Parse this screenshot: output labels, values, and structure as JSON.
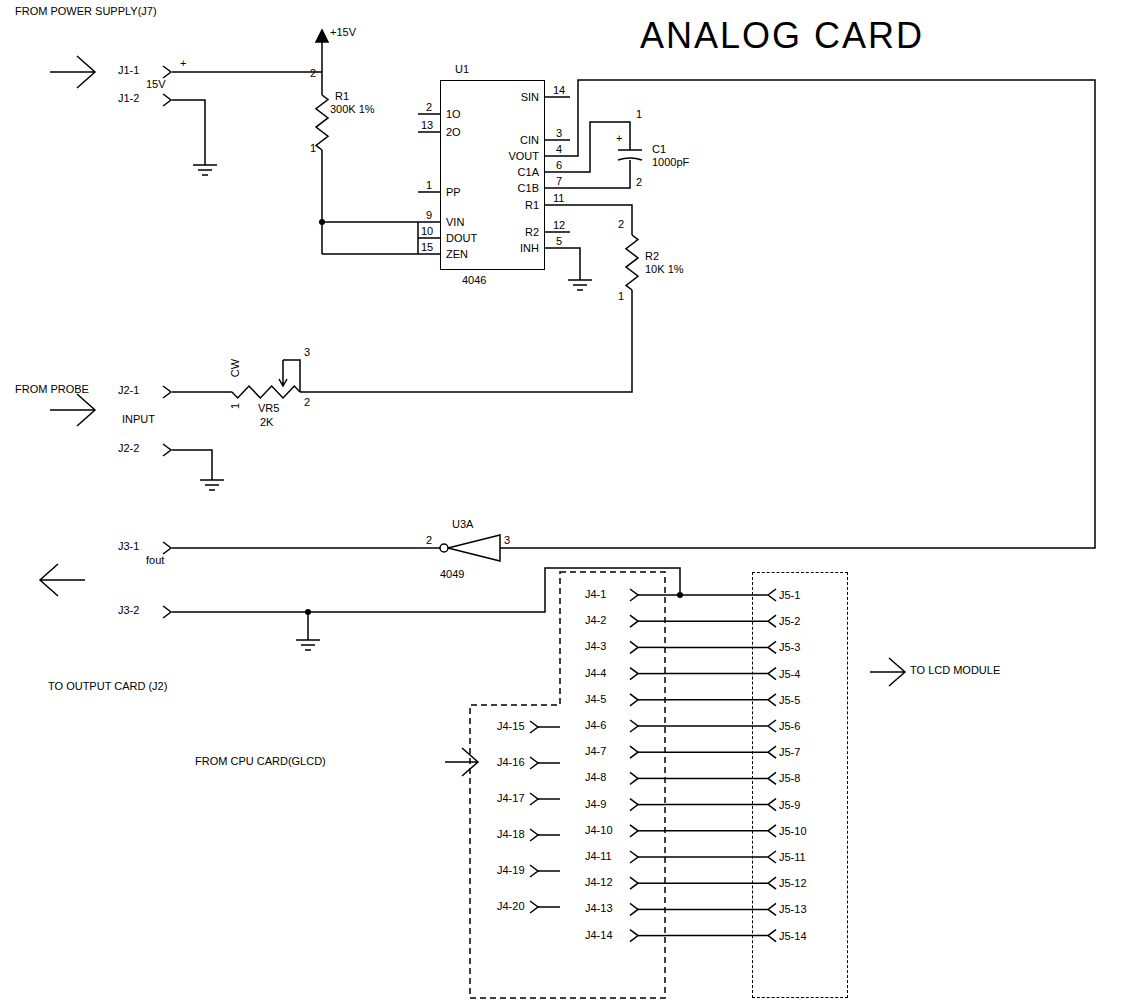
{
  "diagram": {
    "title": "ANALOG CARD",
    "nodes": [
      {
        "text": [
          "1O",
          "2O",
          "PP",
          "VIN",
          "DOUT",
          "ZEN",
          "SIN",
          "CIN",
          "VOUT",
          "C1A",
          "C1B",
          "R1",
          "R2",
          "INH"
        ]
      },
      {
        "text": [
          "J4-1",
          "J4-2",
          "J4-3",
          "J4-4",
          "J4-5",
          "J4-6",
          "J4-7",
          "J4-8",
          "J4-9",
          "J4-10",
          "J4-11",
          "J4-12",
          "J4-13",
          "J4-14",
          "J4-15",
          "J4-16",
          "J4-17",
          "J4-18",
          "J4-19",
          "J4-20"
        ]
      },
      {
        "text": [
          "J5-1",
          "J5-2",
          "J5-3",
          "J5-4",
          "J5-5",
          "J5-6",
          "J5-7",
          "J5-8",
          "J5-9",
          "J5-10",
          "J5-11",
          "J5-12",
          "J5-13",
          "J5-14"
        ]
      }
    ],
    "edges": [
      {
        "from": 1,
        "to": 2,
        "arrow": "none"
      },
      {
        "from": 1,
        "to": 2,
        "arrow": "none"
      },
      {
        "from": 1,
        "to": 2,
        "arrow": "none"
      },
      {
        "from": 1,
        "to": 2,
        "arrow": "none"
      },
      {
        "from": 1,
        "to": 2,
        "arrow": "none"
      },
      {
        "from": 1,
        "to": 2,
        "arrow": "none"
      },
      {
        "from": 1,
        "to": 2,
        "arrow": "none"
      },
      {
        "from": 1,
        "to": 2,
        "arrow": "none"
      },
      {
        "from": 1,
        "to": 2,
        "arrow": "none"
      },
      {
        "from": 1,
        "to": 2,
        "arrow": "none"
      },
      {
        "from": 1,
        "to": 2,
        "arrow": "none"
      },
      {
        "from": 1,
        "to": 2,
        "arrow": "none"
      },
      {
        "from": 1,
        "to": 2,
        "arrow": "none"
      },
      {
        "from": 1,
        "to": 2,
        "arrow": "none"
      }
    ],
    "labels": [
      "FROM POWER SUPPLY(J7)",
      "J1-1",
      "+",
      "15V",
      "J1-2",
      "+15V",
      "2",
      "R1",
      "300K 1%",
      "1",
      "U1",
      "2",
      "13",
      "1",
      "9",
      "10",
      "15",
      "14",
      "3",
      "4",
      "6",
      "7",
      "11",
      "12",
      "5",
      "4046",
      "+",
      "1",
      "C1",
      "1000pF",
      "2",
      "2",
      "R2",
      "10K 1%",
      "1",
      "FROM PROBE",
      "J2-1",
      "CW",
      "1",
      "VR5",
      "2K",
      "2",
      "3",
      "INPUT",
      "J2-2",
      "U3A",
      "2",
      "3",
      "4049",
      "J3-1",
      "fout",
      "J3-2",
      "TO OUTPUT CARD (J2)",
      "FROM CPU CARD(GLCD)",
      "TO LCD MODULE"
    ]
  }
}
